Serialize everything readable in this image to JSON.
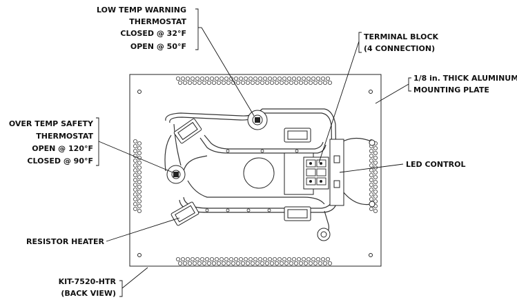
{
  "labels": {
    "low_temp": [
      "LOW TEMP WARNING",
      "THERMOSTAT",
      "CLOSED @ 32°F",
      "OPEN @ 50°F"
    ],
    "terminal_block": [
      "TERMINAL BLOCK",
      "(4 CONNECTION)"
    ],
    "plate": [
      "1/8 in. THICK ALUMINUM",
      "MOUNTING PLATE"
    ],
    "over_temp": [
      "OVER TEMP SAFETY",
      "THERMOSTAT",
      "OPEN @ 120°F",
      "CLOSED @ 90°F"
    ],
    "led_control": [
      "LED CONTROL"
    ],
    "resistor_heater": [
      "RESISTOR HEATER"
    ],
    "kit": [
      "KIT-7520-HTR",
      "(BACK VIEW)"
    ]
  },
  "colors": {
    "line": "#111111",
    "plate_fill": "#ffffff"
  }
}
